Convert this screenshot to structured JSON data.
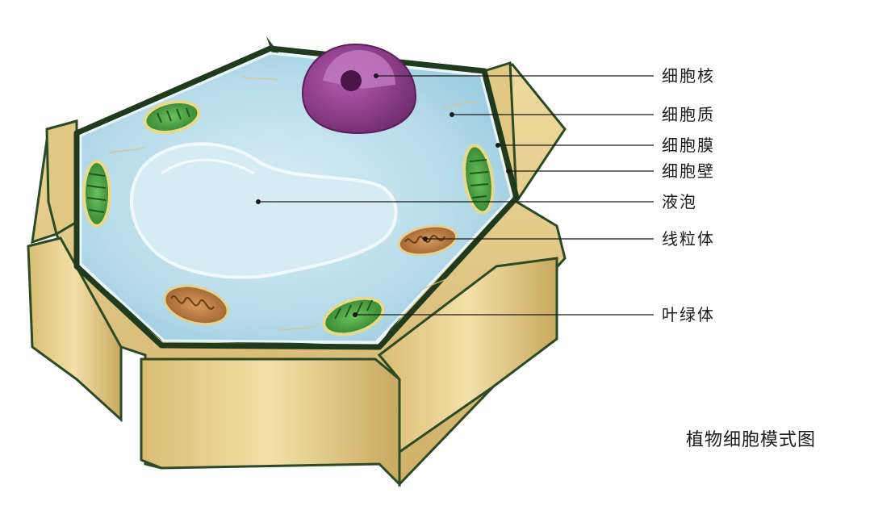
{
  "diagram": {
    "caption": "植物细胞模式图",
    "labels": [
      {
        "id": "nucleus",
        "text": "细胞核"
      },
      {
        "id": "cytoplasm",
        "text": "细胞质"
      },
      {
        "id": "membrane",
        "text": "细胞膜"
      },
      {
        "id": "wall",
        "text": "细胞壁"
      },
      {
        "id": "vacuole",
        "text": "液泡"
      },
      {
        "id": "mitochondria",
        "text": "线粒体"
      },
      {
        "id": "chloroplast",
        "text": "叶绿体"
      }
    ]
  },
  "colors": {
    "cell_wall": "#e7cf8e",
    "cell_wall_dark": "#c9ad62",
    "membrane": "#1f3a1c",
    "cytoplasm": "#b9dcea",
    "vacuole": "#d6ecf5",
    "nucleus": "#8e3b8a",
    "chloroplast": "#3f9a3a",
    "mitochondria": "#b5743c"
  }
}
